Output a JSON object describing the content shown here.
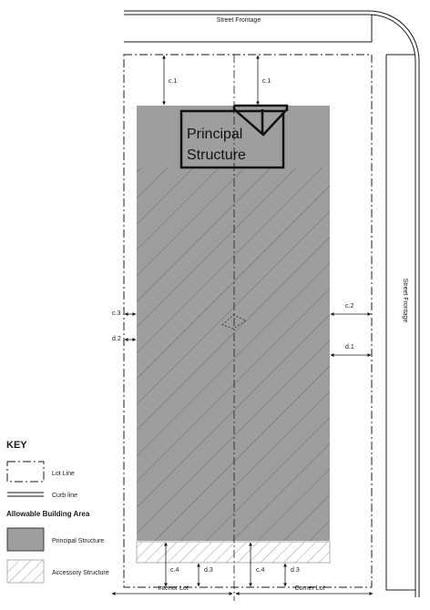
{
  "streets": {
    "top": "Street Frontage",
    "right": "Street Frontage"
  },
  "principal_structure": {
    "line1": "Principal",
    "line2": "Structure"
  },
  "dimensions": {
    "c1_left": "c.1",
    "c1_right": "c.1",
    "c2": "c.2",
    "c3": "c.3",
    "d1": "d.1",
    "d2": "d.2",
    "c4_left": "c.4",
    "c4_right": "c.4",
    "d3_left": "d.3",
    "d3_right": "d.3"
  },
  "bottom_labels": {
    "interior": "Interior Lot",
    "corner": "Corner Lot"
  },
  "key": {
    "title": "KEY",
    "lot_line": "Lot Line",
    "curb_line": "Curb line",
    "allowable_heading": "Allowable Building Area",
    "principal": "Principal Structure",
    "accessory": "Accessory Structure"
  },
  "colors": {
    "building_area": "#9e9e9e",
    "outline": "#1a1a1a",
    "hatch": "#6b6b6b",
    "accessory_hatch": "#9a9a9a"
  }
}
